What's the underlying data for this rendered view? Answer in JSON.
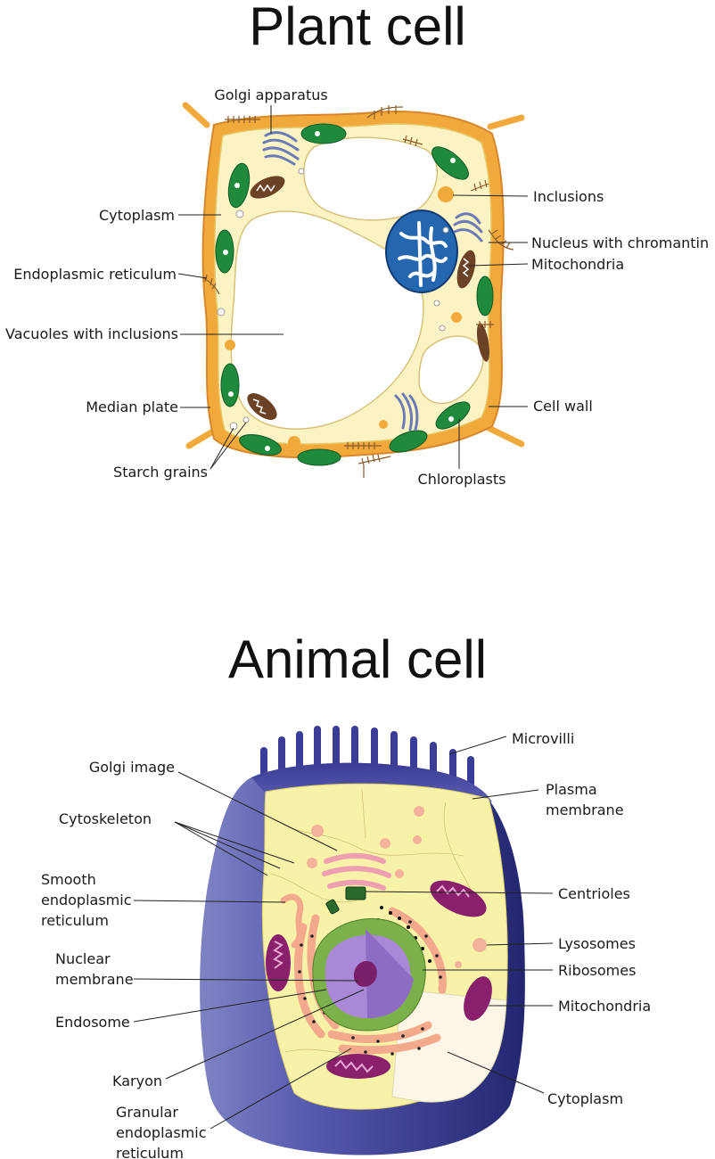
{
  "plant": {
    "title": "Plant cell",
    "labels": {
      "golgi": "Golgi apparatus",
      "cytoplasm": "Cytoplasm",
      "er": "Endoplasmic reticulum",
      "vacuoles": "Vacuoles with inclusions",
      "median_plate": "Median plate",
      "starch": "Starch grains",
      "inclusions": "Inclusions",
      "nucleus": "Nucleus with chromantin",
      "mitochondria": "Mitochondria",
      "cell_wall": "Cell wall",
      "chloroplasts": "Chloroplasts"
    }
  },
  "animal": {
    "title": "Animal cell",
    "labels": {
      "golgi": "Golgi image",
      "cytoskeleton": "Cytoskeleton",
      "smooth_er_1": "Smooth",
      "smooth_er_2": "endoplasmic",
      "smooth_er_3": "reticulum",
      "nuclear_1": "Nuclear",
      "nuclear_2": "membrane",
      "endosome": "Endosome",
      "karyon": "Karyon",
      "granular_1": "Granular",
      "granular_2": "endoplasmic",
      "granular_3": "reticulum",
      "microvilli": "Microvilli",
      "plasma_1": "Plasma",
      "plasma_2": "membrane",
      "centrioles": "Centrioles",
      "lysosomes": "Lysosomes",
      "ribosomes": "Ribosomes",
      "mitochondria": "Mitochondria",
      "cytoplasm": "Cytoplasm"
    }
  },
  "colors": {
    "cell_wall": "#f2a93b",
    "cytoplasm_plant": "#fbf3c4",
    "chloroplast": "#1f8a3c",
    "nucleus_plant": "#2566b0",
    "mitochondria_plant": "#6b4226",
    "membrane_animal": "#2f318a",
    "cytoplasm_animal": "#f8f2a8",
    "golgi_animal": "#ee9fb0",
    "mitochondria_animal": "#8a1f6c",
    "nucleus_animal": "#a988d8",
    "nuclear_envelope": "#7bb04a",
    "granular_er": "#f2a98c"
  }
}
